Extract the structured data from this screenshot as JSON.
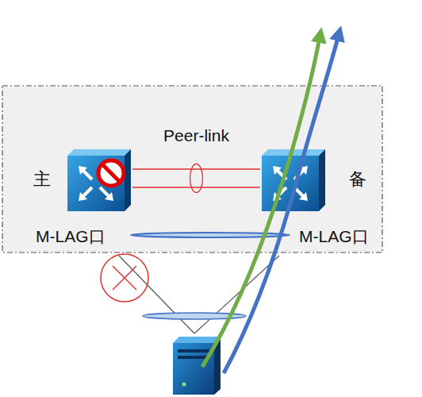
{
  "diagram": {
    "nodes": [
      {
        "text": [
          "主",
          "M-LAG口"
        ]
      },
      {
        "text": [
          "备",
          "M-LAG口"
        ]
      }
    ],
    "edges": [
      {
        "from": 0,
        "to": 1,
        "label": "Peer-link",
        "arrow": "none"
      }
    ]
  }
}
